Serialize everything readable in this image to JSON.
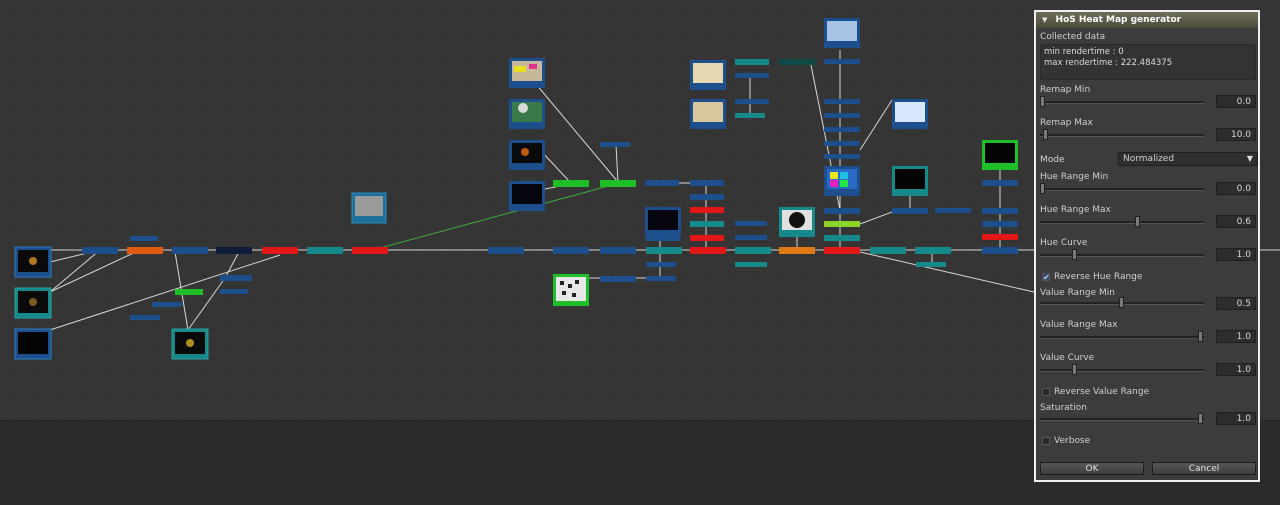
{
  "dialog": {
    "title": "HoS Heat Map generator",
    "collected_label": "Collected data",
    "collected_lines": [
      "min rendertime : 0",
      "max rendertime : 222.484375"
    ],
    "mode": {
      "label": "Mode",
      "value": "Normalized"
    },
    "sliders": [
      {
        "label": "Remap Min",
        "value": "0.0",
        "fraction": 0.0
      },
      {
        "label": "Remap Max",
        "value": "10.0",
        "fraction": 0.02
      },
      {
        "label": "Hue Range Min",
        "value": "0.0",
        "fraction": 0.0
      },
      {
        "label": "Hue Range Max",
        "value": "0.6",
        "fraction": 0.6
      },
      {
        "label": "Hue Curve",
        "value": "1.0",
        "fraction": 0.2
      },
      {
        "label": "Value Range Min",
        "value": "0.5",
        "fraction": 0.5
      },
      {
        "label": "Value Range Max",
        "value": "1.0",
        "fraction": 1.0
      },
      {
        "label": "Value Curve",
        "value": "1.0",
        "fraction": 0.2
      },
      {
        "label": "Saturation",
        "value": "1.0",
        "fraction": 1.0
      }
    ],
    "checkboxes": [
      {
        "label": "Reverse Hue Range",
        "checked": true
      },
      {
        "label": "Reverse Value Range",
        "checked": false
      },
      {
        "label": "Verbose",
        "checked": false
      }
    ],
    "ok_label": "OK",
    "cancel_label": "Cancel"
  }
}
